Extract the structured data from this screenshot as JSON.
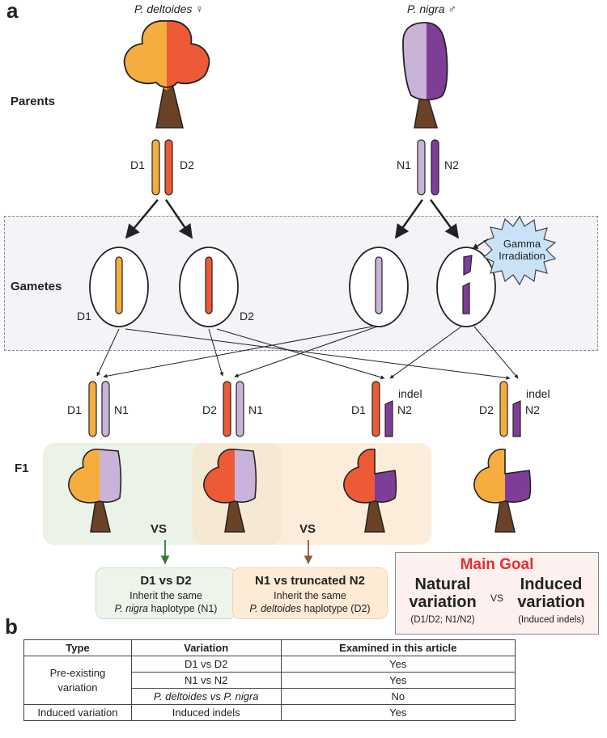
{
  "panel_a": "a",
  "panel_b": "b",
  "parents": {
    "label": "Parents",
    "female_name": "P. deltoides",
    "female_symbol": "♀",
    "male_name": "P. nigra",
    "male_symbol": "♂"
  },
  "chromosomes": {
    "d1": "D1",
    "d2": "D2",
    "n1": "N1",
    "n2": "N2"
  },
  "gametes": {
    "label": "Gametes",
    "d1": "D1",
    "d2": "D2",
    "irradiation": [
      "Gamma",
      "Irradiation"
    ]
  },
  "f1": {
    "label": "F1",
    "pairs": [
      {
        "left": "D1",
        "right": "N1",
        "note": ""
      },
      {
        "left": "D2",
        "right": "N1",
        "note": ""
      },
      {
        "left": "D1",
        "right": "N2",
        "note": "indel"
      },
      {
        "left": "D2",
        "right": "N2",
        "note": "indel"
      }
    ],
    "vs1": "VS",
    "vs2": "VS"
  },
  "comparison_1": {
    "title": "D1 vs D2",
    "line1": "Inherit the same",
    "line2_italic": "P. nigra",
    "line2_rest": " haplotype (N1)"
  },
  "comparison_2": {
    "title": "N1 vs truncated N2",
    "line1": "Inherit the same",
    "line2_italic": "P. deltoides",
    "line2_rest": " haplotype (D2)"
  },
  "main_goal": {
    "title": "Main Goal",
    "left_line1": "Natural",
    "left_line2": "variation",
    "left_sub": "(D1/D2; N1/N2)",
    "vs": "VS",
    "right_line1": "Induced",
    "right_line2": "variation",
    "right_sub": "(Induced indels)"
  },
  "colors": {
    "orange": "#f5ad3f",
    "red_orange": "#ec5a36",
    "lavender": "#c9b3d9",
    "purple": "#7e3e98",
    "trunk": "#6b4226",
    "green_box": "#eef4ea",
    "peach_box": "#fdebd6",
    "goal_red": "#e03131"
  },
  "table": {
    "headers": [
      "Type",
      "Variation",
      "Examined in this article"
    ],
    "rows": [
      {
        "type": "Pre-existing variation",
        "variation": "D1 vs D2",
        "examined": "Yes"
      },
      {
        "type": "",
        "variation": "N1 vs N2",
        "examined": "Yes"
      },
      {
        "type": "",
        "variation": "P. deltoides vs P. nigra",
        "examined": "No"
      },
      {
        "type": "Induced variation",
        "variation": "Induced indels",
        "examined": "Yes"
      }
    ]
  }
}
